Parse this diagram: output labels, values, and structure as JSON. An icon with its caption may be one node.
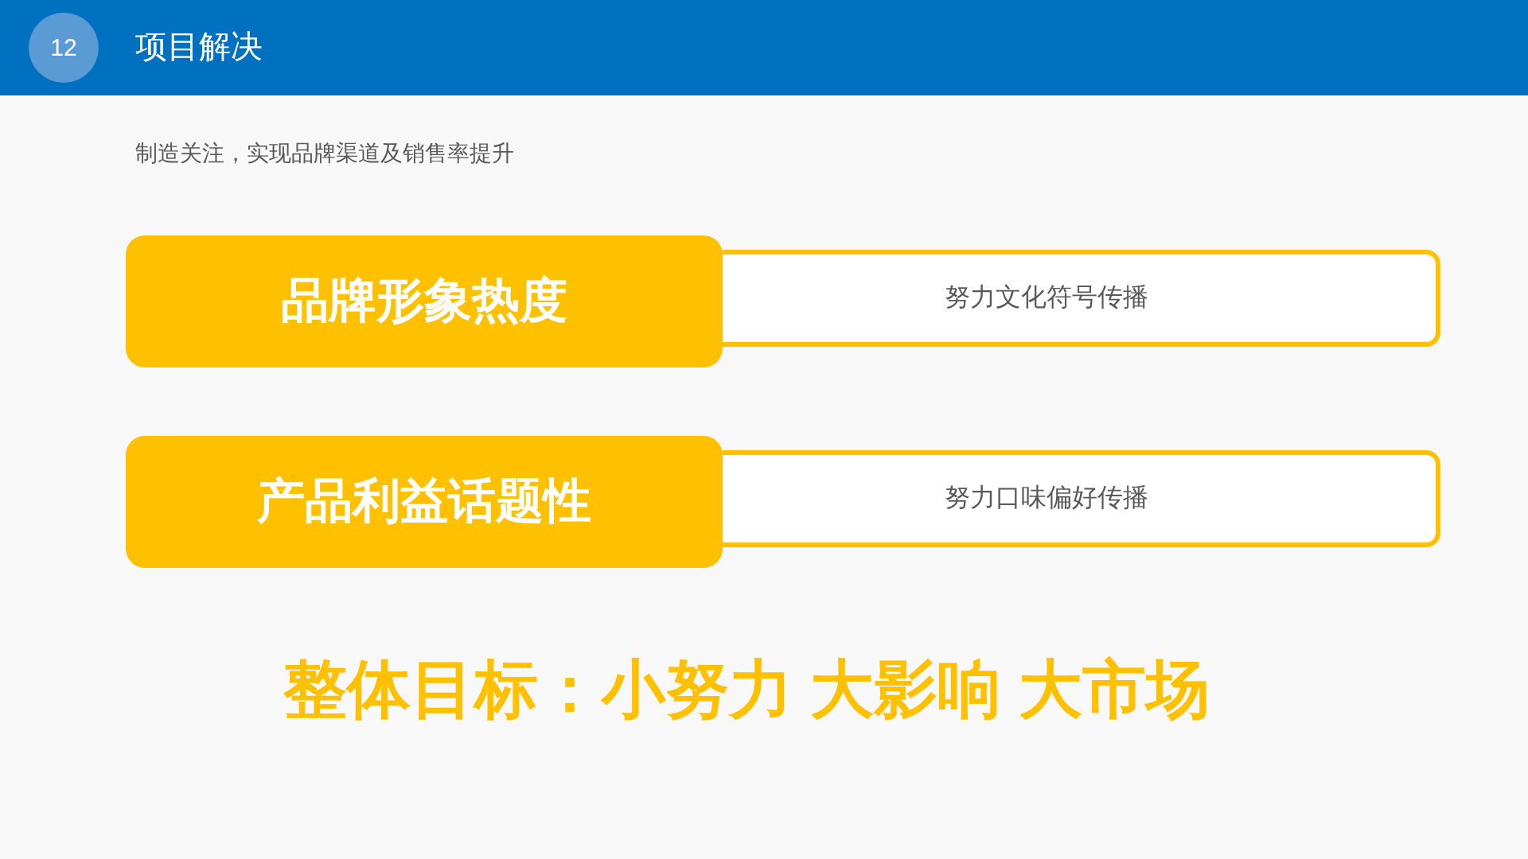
{
  "diagram": {
    "title": "项目解决",
    "nodes": [
      {
        "text": [
          "12"
        ]
      },
      {
        "text": [
          "品牌形象热度"
        ]
      },
      {
        "text": [
          "努力文化符号传播"
        ]
      },
      {
        "text": [
          "产品利益话题性"
        ]
      },
      {
        "text": [
          "努力口味偏好传播"
        ]
      }
    ],
    "labels": [
      "制造关注，实现品牌渠道及销售率提升",
      "整体目标：小努力 大影响 大市场"
    ]
  }
}
